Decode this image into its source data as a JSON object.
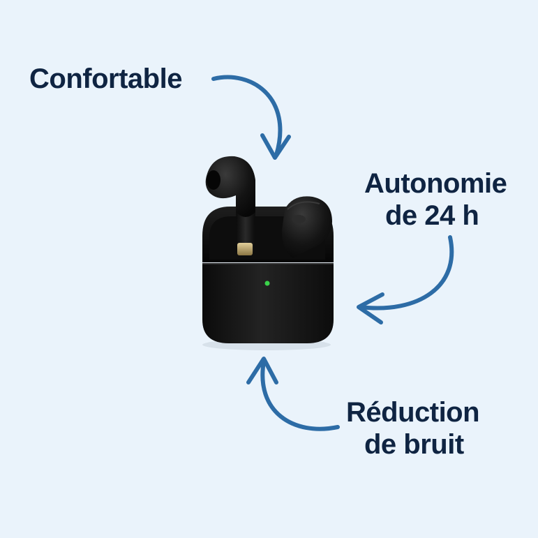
{
  "features": {
    "comfort": {
      "label": "Confortable"
    },
    "autonomy": {
      "line1": "Autonomie",
      "line2": "de 24 h"
    },
    "noise_reduction": {
      "line1": "Réduction",
      "line2": "de bruit"
    }
  },
  "colors": {
    "background": "#eaf3fb",
    "text": "#0f2442",
    "arrow": "#2d6ca6",
    "case": "#111111",
    "led": "#3ad24a",
    "accent_metal": "#c8b27a"
  },
  "product": {
    "icon": "earbuds-case-icon",
    "led_status": "on"
  }
}
